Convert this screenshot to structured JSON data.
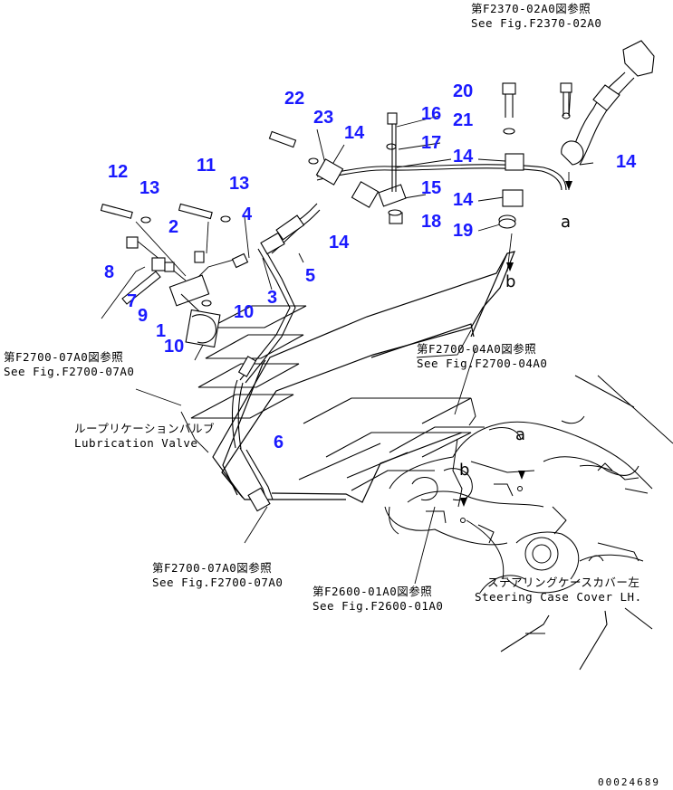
{
  "parts": [
    "1",
    "2",
    "3",
    "4",
    "5",
    "6",
    "7",
    "8",
    "9",
    "10",
    "10",
    "11",
    "12",
    "13",
    "13",
    "14",
    "14",
    "14",
    "14",
    "14",
    "15",
    "16",
    "17",
    "18",
    "19",
    "20",
    "21",
    "22",
    "23"
  ],
  "references": {
    "f2370": {
      "jp": "第F2370-02A0図参照",
      "en": "See Fig.F2370-02A0"
    },
    "f2700_left": {
      "jp": "第F2700-07A0図参照",
      "en": "See Fig.F2700-07A0"
    },
    "f2700_04": {
      "jp": "第F2700-04A0図参照",
      "en": "See Fig.F2700-04A0"
    },
    "lube": {
      "jp": "ループリケーションバルブ",
      "en": "Lubrication Valve"
    },
    "f2700_bottom": {
      "jp": "第F2700-07A0図参照",
      "en": "See Fig.F2700-07A0"
    },
    "f2600": {
      "jp": "第F2600-01A0図参照",
      "en": "See Fig.F2600-01A0"
    },
    "steering": {
      "jp": "ステアリングケースカバー左",
      "en": "Steering Case Cover LH."
    }
  },
  "connection_marks": [
    "a",
    "b",
    "a",
    "b"
  ],
  "drawing_code": "00024689",
  "colors": {
    "callout": "#1a1aff",
    "line": "#000000"
  }
}
